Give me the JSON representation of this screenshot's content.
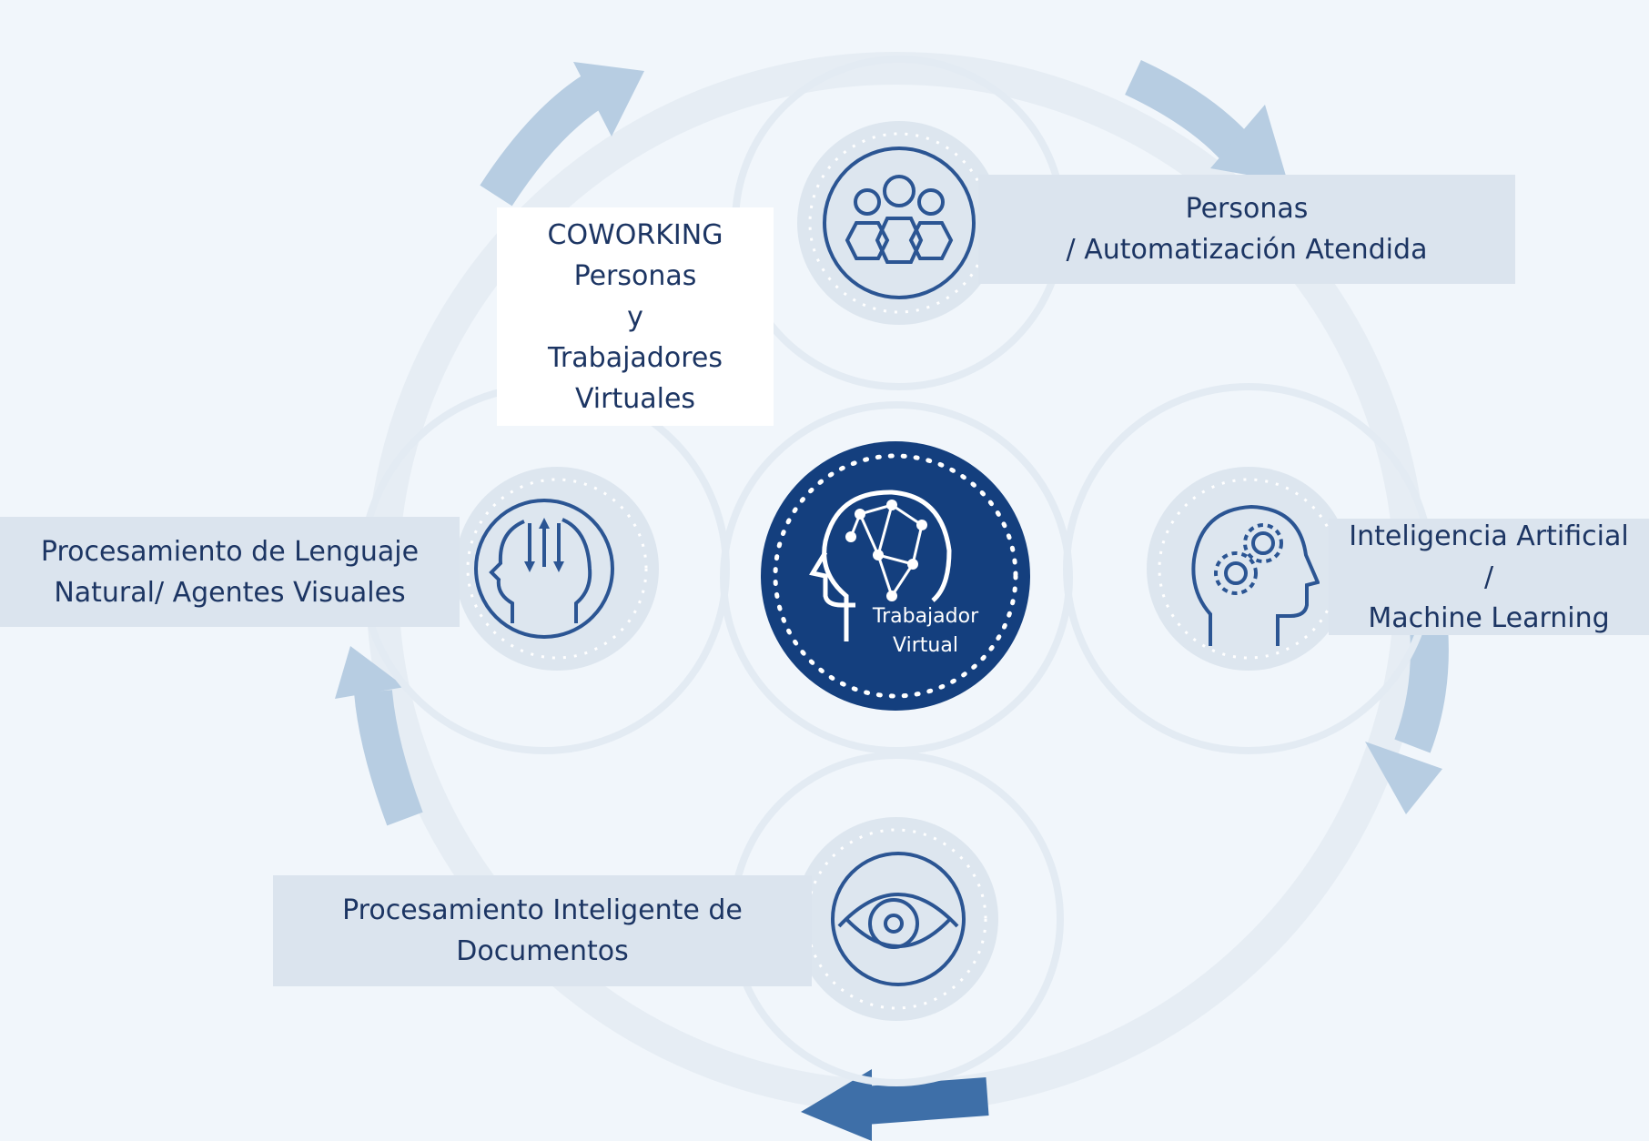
{
  "colors": {
    "background": "#f1f6fb",
    "label_box": "#dbe4ee",
    "arrow": "#b7cde2",
    "arrow_dark": "#3e6fa8",
    "icon_stroke": "#2b5593",
    "center_fill": "#143f7e",
    "text": "#1c3563"
  },
  "coworking": {
    "line1": "COWORKING",
    "line2": "Personas",
    "line3": "y",
    "line4": "Trabajadores",
    "line5": "Virtuales"
  },
  "center": {
    "line1": "Trabajador",
    "line2": "Virtual",
    "icon": "ai-head-network-icon"
  },
  "nodes": {
    "personas": {
      "line1": "Personas",
      "line2": "/ Automatización Atendida",
      "icon": "people-group-icon"
    },
    "ia": {
      "line1": "Inteligencia Artificial",
      "line2": "/",
      "line3": "Machine Learning",
      "icon": "head-gears-icon"
    },
    "idp": {
      "line1": "Procesamiento Inteligente de",
      "line2": "Documentos",
      "icon": "eye-icon"
    },
    "nlp": {
      "line1": "Procesamiento de Lenguaje",
      "line2": "Natural/ Agentes Visuales",
      "icon": "head-arrows-icon"
    }
  }
}
